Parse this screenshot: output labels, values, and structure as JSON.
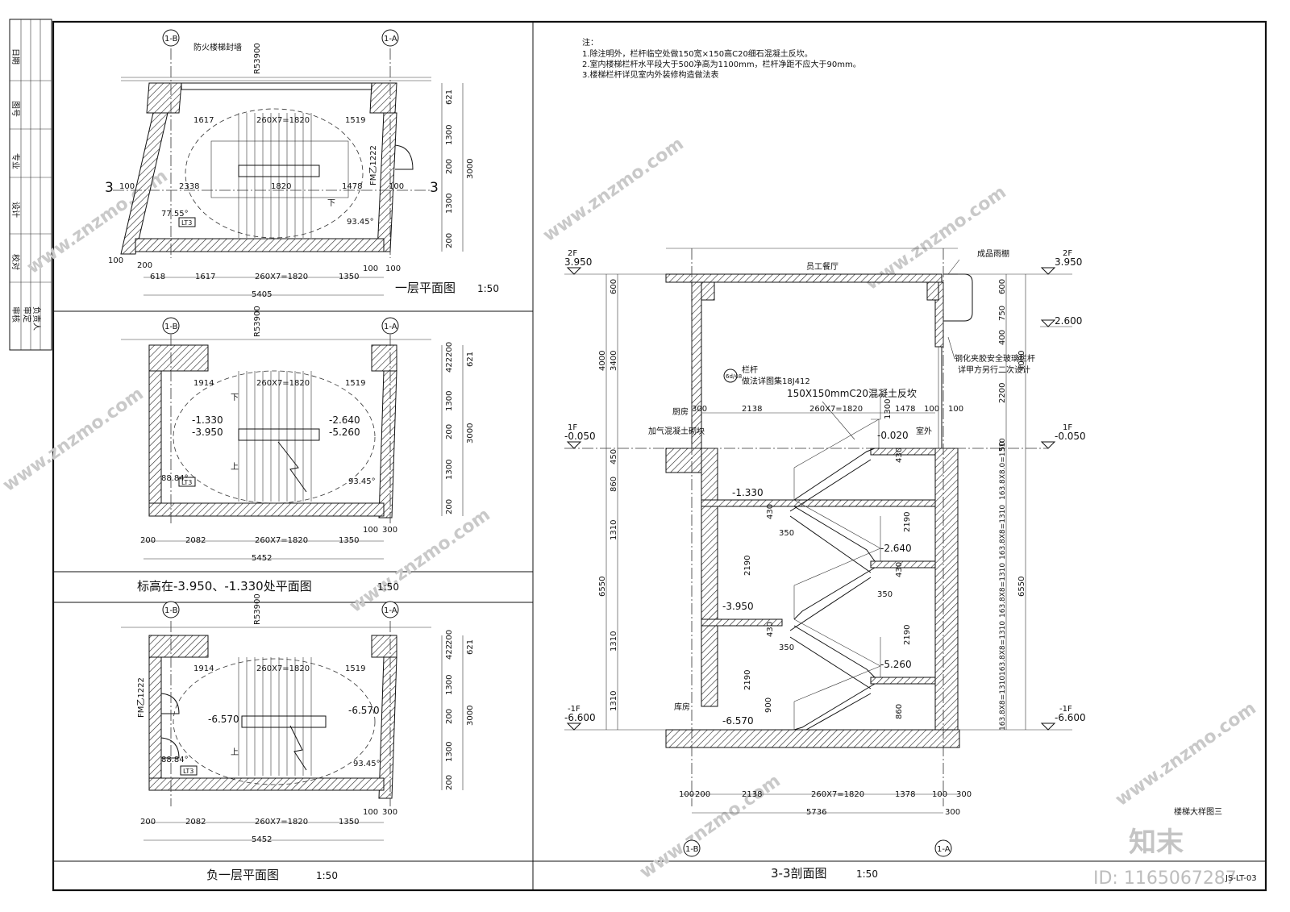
{
  "sheet": {
    "drawing_title": "楼梯大样图三",
    "id_label": "ID: 1165067287",
    "brand_logo": "知末",
    "page_code": "JS-LT-03",
    "watermark": "www.znzmo.com"
  },
  "notes": {
    "heading": "注：",
    "lines": [
      "1.除注明外，栏杆临空处做150宽×150高C20细石混凝土反坎。",
      "2.室内楼梯栏杆水平段大于500净高为1100mm，栏杆净距不应大于90mm。",
      "3.楼梯栏杆详见室内外装修构造做法表"
    ]
  },
  "plan_1f": {
    "title": "一层平面图",
    "scale": "1:50",
    "grid_left": "1-B",
    "grid_right": "1-A",
    "elevation_ref": "R53900",
    "wall_note": "防火楼梯封墙",
    "door_code": "FM乙1222",
    "angles": [
      "77.55°",
      "93.45°"
    ],
    "tag": "LT3",
    "inner_top": [
      "1617",
      "260X7=1820",
      "1519"
    ],
    "inner_mid": [
      "100",
      "2338",
      "1820",
      "1478",
      "100"
    ],
    "bottom_chain": [
      "100",
      "200",
      "618",
      "1617",
      "260X7=1820",
      "1350",
      "100",
      "100"
    ],
    "total": "5405",
    "right_dims": [
      "621",
      "1300",
      "200",
      "1300",
      "200",
      "3000"
    ],
    "section_mark": "3",
    "down_mark": "下"
  },
  "plan_b": {
    "title": "标高在-3.950、-1.330处平面图",
    "scale": "1:50",
    "grid_left": "1-B",
    "grid_right": "1-A",
    "elevation_ref": "R53900",
    "levels_left": [
      "-1.330",
      "-3.950"
    ],
    "levels_right": [
      "-2.640",
      "-5.260"
    ],
    "angles": [
      "88.84°",
      "93.45°"
    ],
    "tag": "LT3",
    "inner_top": [
      "1914",
      "260X7=1820",
      "1519"
    ],
    "bottom_chain": [
      "200",
      "2082",
      "260X7=1820",
      "1350",
      "100",
      "300"
    ],
    "total": "5452",
    "right_dims": [
      "200",
      "422",
      "621",
      "1300",
      "200",
      "1300",
      "200",
      "3000"
    ],
    "down_mark": "下",
    "up_mark": "上"
  },
  "plan_b1": {
    "title": "负一层平面图",
    "scale": "1:50",
    "grid_left": "1-B",
    "grid_right": "1-A",
    "elevation_ref": "R53900",
    "door_code": "FM乙1222",
    "level_left": "-6.570",
    "level_right": "-6.570",
    "angles": [
      "88.84°",
      "93.45°"
    ],
    "tag": "LT3",
    "inner_top": [
      "1914",
      "260X7=1820",
      "1519"
    ],
    "bottom_chain": [
      "200",
      "2082",
      "260X7=1820",
      "1350",
      "100",
      "300"
    ],
    "total": "5452",
    "right_dims": [
      "200",
      "422",
      "621",
      "1300",
      "200",
      "1300",
      "200",
      "3000"
    ],
    "up_mark": "上"
  },
  "section": {
    "title": "3-3剖面图",
    "scale": "1:50",
    "grid_left": "1-B",
    "grid_right": "1-A",
    "levels": {
      "top_left_tag": "2F",
      "top_left": "3.950",
      "top_right_tag": "2F",
      "top_right": "3.950",
      "mid_right": "2.600",
      "ground_left_tag": "1F",
      "ground_left": "-0.050",
      "ground_right_tag": "1F",
      "ground_right": "-0.050",
      "entry": "-0.020",
      "bot_left_tag": "-1F",
      "bot_left": "-6.600",
      "bot_right_tag": "-1F",
      "bot_right": "-6.600",
      "landings": [
        "-1.330",
        "-2.640",
        "-3.950",
        "-5.260",
        "-6.570"
      ]
    },
    "room_labels": {
      "top": "员工餐厅",
      "kitchen": "厨房",
      "outside": "室外",
      "store": "库房",
      "block": "加气混凝土砌块",
      "canopy": "成品雨棚",
      "glass": "钢化夹胶安全玻璃栏杆",
      "glass2": "详甲方另行二次设计"
    },
    "rail_note": {
      "tag1": "栏杆",
      "tag2": "做法详图集18J412",
      "curb": "150X150mmC20混凝土反坎",
      "ref": "6d/48"
    },
    "left_dims": [
      "600",
      "3400",
      "4000",
      "450",
      "860",
      "1310",
      "1310",
      "1310",
      "6550"
    ],
    "right_dims": [
      "600",
      "750",
      "400",
      "2200",
      "4000",
      "50",
      "163.8X8.0=1310",
      "163.8X8=1310",
      "163.8X8=1310",
      "163.8X8=1310",
      "163.8X8=1310",
      "6550"
    ],
    "stair_h": [
      "2190",
      "2190",
      "2190",
      "2190"
    ],
    "inner": [
      "350",
      "350",
      "350",
      "430",
      "430",
      "430",
      "430",
      "900",
      "860",
      "1300",
      "100"
    ],
    "top_run": [
      "2138",
      "260X7=1820",
      "1478",
      "100",
      "300"
    ],
    "bottom_chain": [
      "100",
      "200",
      "2138",
      "260X7=1820",
      "1378",
      "100",
      "300"
    ],
    "total": "5736",
    "total_right": "300"
  },
  "title_block": {
    "rows": [
      "日期",
      "图号",
      "专业",
      "设计",
      "校对",
      "审核",
      "审定",
      "负责人"
    ]
  }
}
